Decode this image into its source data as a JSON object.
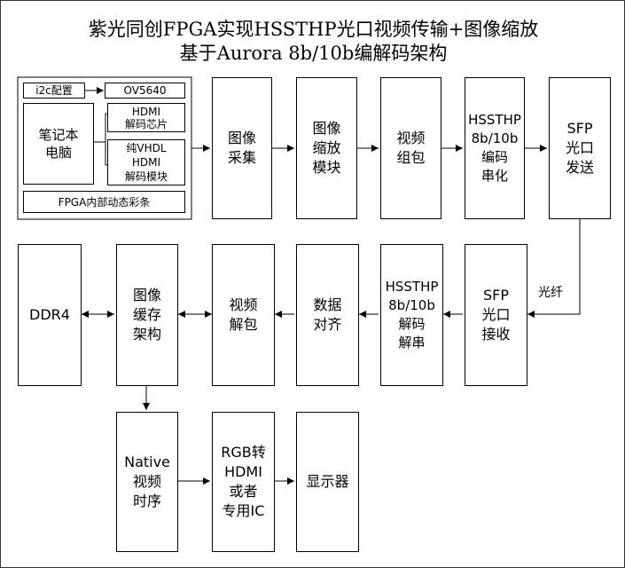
{
  "title": {
    "line1": "紫光同创FPGA实现HSSTHP光口视频传输+图像缩放",
    "line2": "基于Aurora 8b/10b编解码架构"
  },
  "sources": {
    "i2c": "i2c配置",
    "ov5640": "OV5640",
    "laptop": "笔记本\n电脑",
    "hdmi_chip": "HDMI\n解码芯片",
    "vhdl_hdmi": "纯VHDL\nHDMI\n解码模块",
    "fpga_pattern": "FPGA内部动态彩条"
  },
  "row1": {
    "capture": "图像\n采集",
    "scaler": "图像\n缩放\n模块",
    "packer": "视频\n组包",
    "encoder": "HSSTHP\n8b/10b\n编码\n串化",
    "sfp_tx": "SFP\n光口\n发送"
  },
  "row2": {
    "ddr4": "DDR4",
    "buffer": "图像\n缓存\n架构",
    "unpack": "视频\n解包",
    "align": "数据\n对齐",
    "decoder": "HSSTHP\n8b/10b\n解码\n解串",
    "sfp_rx": "SFP\n光口\n接收"
  },
  "row3": {
    "native": "Native\n视频\n时序",
    "rgb2hdmi": "RGB转\nHDMI\n或者\n专用IC",
    "display": "显示器"
  },
  "fiber_label": "光纤"
}
